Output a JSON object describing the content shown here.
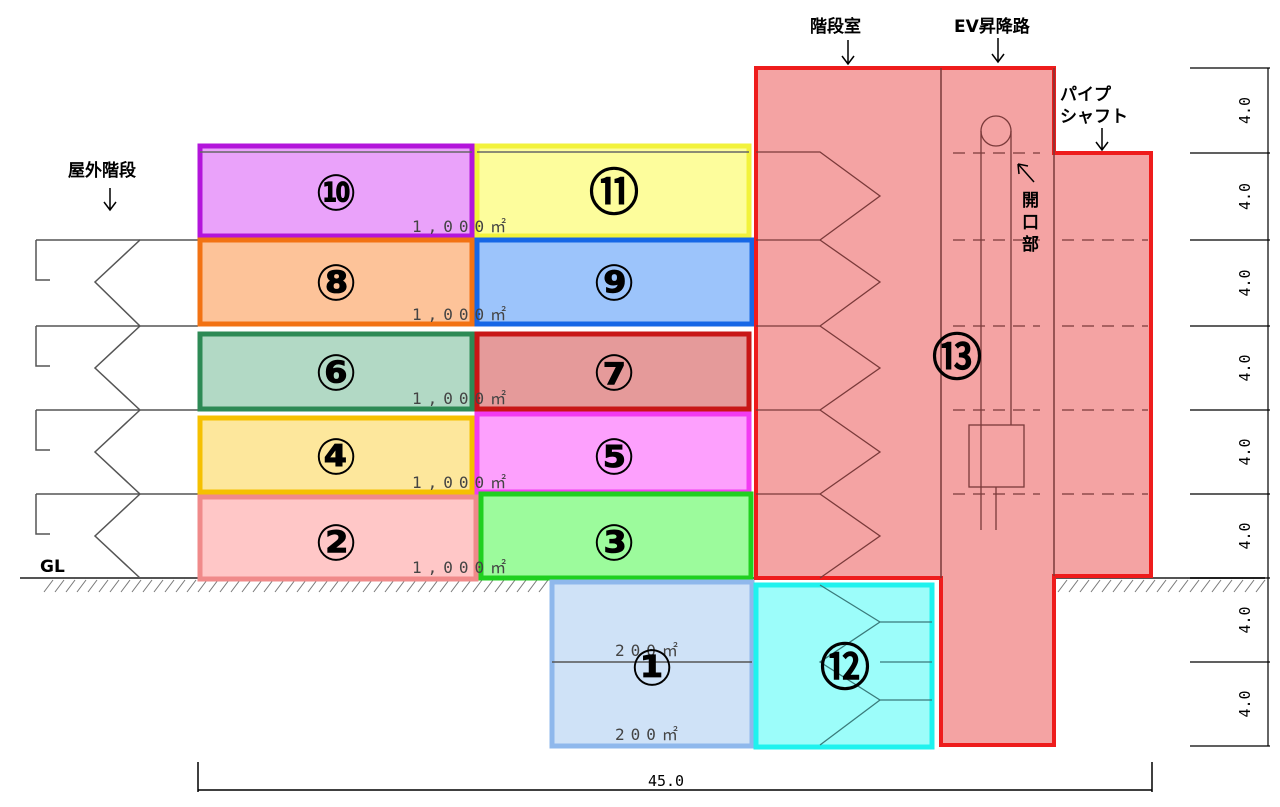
{
  "labels": {
    "outdoor_stair": "屋外階段",
    "stairwell": "階段室",
    "ev_shaft": "EV昇降路",
    "pipe_shaft_1": "パイプ",
    "pipe_shaft_2": "シャフト",
    "opening_1": "開",
    "opening_2": "口",
    "opening_3": "部",
    "gl": "GL",
    "width": "45.0",
    "floor_height": "4.0"
  },
  "areas": {
    "a10": "1,000㎡",
    "a8": "1,000㎡",
    "a6": "1,000㎡",
    "a4": "1,000㎡",
    "a2": "1,000㎡",
    "b1": "200㎡",
    "b1b": "200㎡"
  },
  "zones": [
    {
      "id": "1",
      "glyph": "①",
      "fill": "#cfe2f7",
      "stroke": "#8fb8ec"
    },
    {
      "id": "2",
      "glyph": "②",
      "fill": "#ffc7c7",
      "stroke": "#f08a8a"
    },
    {
      "id": "3",
      "glyph": "③",
      "fill": "#9cfb9c",
      "stroke": "#1fd01f"
    },
    {
      "id": "4",
      "glyph": "④",
      "fill": "#fde79c",
      "stroke": "#f5c000"
    },
    {
      "id": "5",
      "glyph": "⑤",
      "fill": "#fda0fd",
      "stroke": "#f23cf2"
    },
    {
      "id": "6",
      "glyph": "⑥",
      "fill": "#b2d9c5",
      "stroke": "#2d8a55"
    },
    {
      "id": "7",
      "glyph": "⑦",
      "fill": "#e59a9a",
      "stroke": "#c81616"
    },
    {
      "id": "8",
      "glyph": "⑧",
      "fill": "#fdc399",
      "stroke": "#f27213"
    },
    {
      "id": "9",
      "glyph": "⑨",
      "fill": "#9cc4fb",
      "stroke": "#1667e6"
    },
    {
      "id": "10",
      "glyph": "⑩",
      "fill": "#eaa2fa",
      "stroke": "#b315db"
    },
    {
      "id": "11",
      "glyph": "⑪",
      "fill": "#fdfd9c",
      "stroke": "#f2f23c"
    },
    {
      "id": "12",
      "glyph": "⑫",
      "fill": "#9cfdfa",
      "stroke": "#1ff2ee"
    },
    {
      "id": "13",
      "glyph": "⑬",
      "fill": "#f4a3a3",
      "stroke": "#ee1c1c"
    }
  ]
}
